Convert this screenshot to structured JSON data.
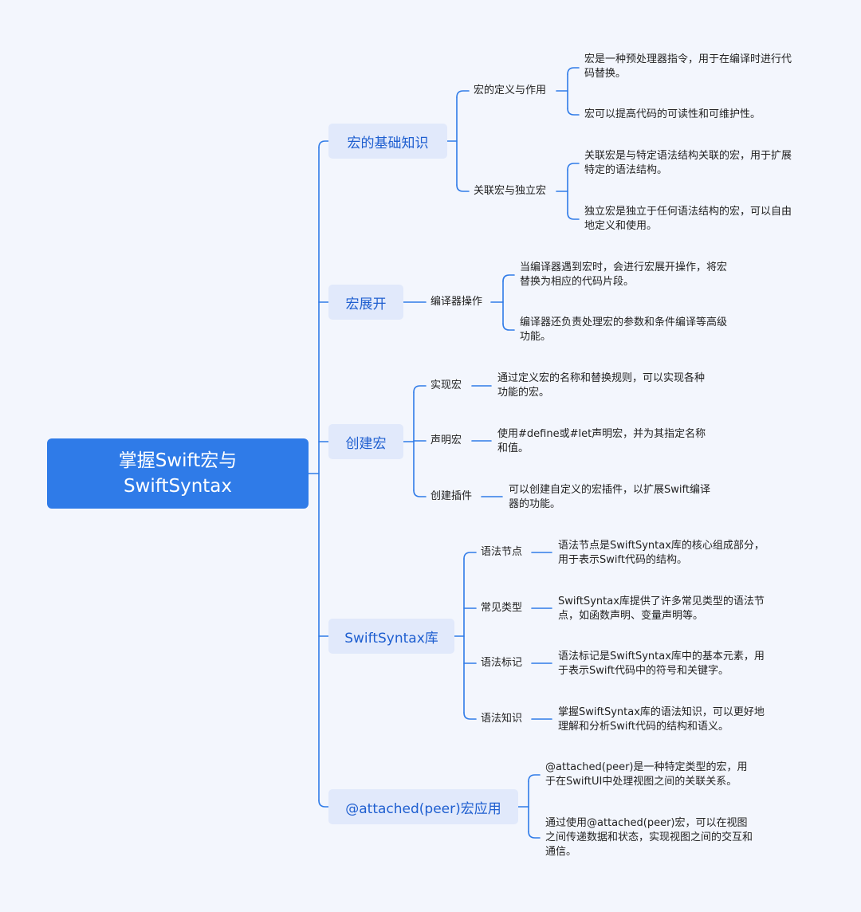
{
  "colors": {
    "background": "#f3f6fd",
    "root": "#2f7be8",
    "branch_bg": "#e1e9fb",
    "branch_text": "#1f5fd0",
    "line": "#2f7be8"
  },
  "root": {
    "label": "掌握Swift宏与\nSwiftSyntax"
  },
  "branches": [
    {
      "label": "宏的基础知识",
      "subs": [
        {
          "label": "宏的定义与作用",
          "leaves": [
            "宏是一种预处理器指令，用于在编译时进行代\n码替换。",
            "宏可以提高代码的可读性和可维护性。"
          ]
        },
        {
          "label": "关联宏与独立宏",
          "leaves": [
            "关联宏是与特定语法结构关联的宏，用于扩展\n特定的语法结构。",
            "独立宏是独立于任何语法结构的宏，可以自由\n地定义和使用。"
          ]
        }
      ]
    },
    {
      "label": "宏展开",
      "subs": [
        {
          "label": "编译器操作",
          "leaves": [
            "当编译器遇到宏时，会进行宏展开操作，将宏\n替换为相应的代码片段。",
            "编译器还负责处理宏的参数和条件编译等高级\n功能。"
          ]
        }
      ]
    },
    {
      "label": "创建宏",
      "subs": [
        {
          "label": "实现宏",
          "leaves": [
            "通过定义宏的名称和替换规则，可以实现各种\n功能的宏。"
          ]
        },
        {
          "label": "声明宏",
          "leaves": [
            "使用#define或#let声明宏，并为其指定名称\n和值。"
          ]
        },
        {
          "label": "创建插件",
          "leaves": [
            "可以创建自定义的宏插件，以扩展Swift编译\n器的功能。"
          ]
        }
      ]
    },
    {
      "label": "SwiftSyntax库",
      "subs": [
        {
          "label": "语法节点",
          "leaves": [
            "语法节点是SwiftSyntax库的核心组成部分，\n用于表示Swift代码的结构。"
          ]
        },
        {
          "label": "常见类型",
          "leaves": [
            "SwiftSyntax库提供了许多常见类型的语法节\n点，如函数声明、变量声明等。"
          ]
        },
        {
          "label": "语法标记",
          "leaves": [
            "语法标记是SwiftSyntax库中的基本元素，用\n于表示Swift代码中的符号和关键字。"
          ]
        },
        {
          "label": "语法知识",
          "leaves": [
            "掌握SwiftSyntax库的语法知识，可以更好地\n理解和分析Swift代码的结构和语义。"
          ]
        }
      ]
    },
    {
      "label": "@attached(peer)宏应用",
      "subs": [],
      "leaves": [
        "@attached(peer)是一种特定类型的宏，用\n于在SwiftUI中处理视图之间的关联关系。",
        "通过使用@attached(peer)宏，可以在视图\n之间传递数据和状态，实现视图之间的交互和\n通信。"
      ]
    }
  ]
}
